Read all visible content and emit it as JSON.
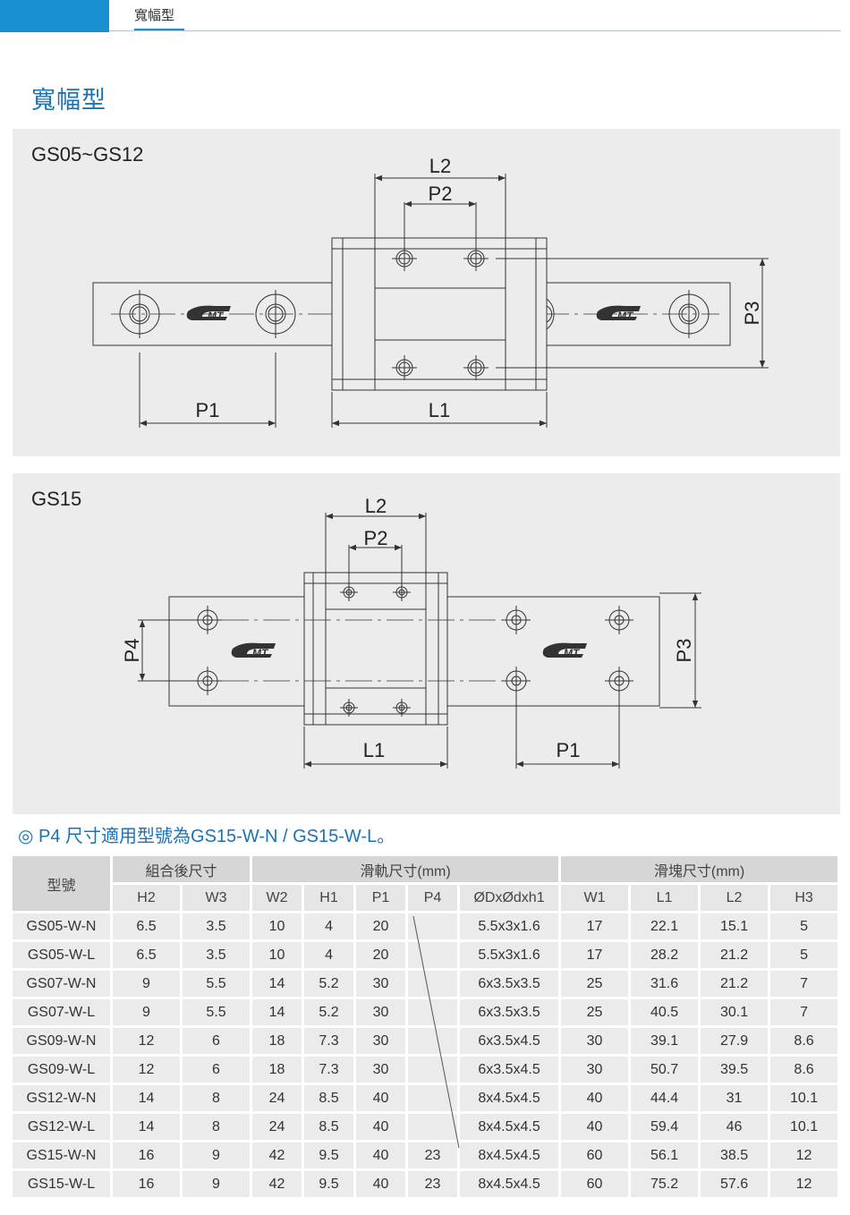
{
  "header": {
    "tab_label": "寬幅型"
  },
  "page_title": "寬幅型",
  "panels": [
    {
      "title": "GS05~GS12",
      "dims": {
        "l2": "L2",
        "p2": "P2",
        "p3": "P3",
        "p1": "P1",
        "l1": "L1"
      }
    },
    {
      "title": "GS15",
      "dims": {
        "l2": "L2",
        "p2": "P2",
        "p3": "P3",
        "p4": "P4",
        "p1": "P1",
        "l1": "L1"
      }
    }
  ],
  "note": "◎ P4 尺寸適用型號為GS15-W-N / GS15-W-L。",
  "table": {
    "model_header": "型號",
    "groups": [
      "組合後尺寸",
      "滑軌尺寸(mm)",
      "滑塊尺寸(mm)"
    ],
    "columns": [
      "H2",
      "W3",
      "W2",
      "H1",
      "P1",
      "P4",
      "ØDxØdxh1",
      "W1",
      "L1",
      "L2",
      "H3"
    ],
    "rows": [
      [
        "GS05-W-N",
        "6.5",
        "3.5",
        "10",
        "4",
        "20",
        "",
        "5.5x3x1.6",
        "17",
        "22.1",
        "15.1",
        "5"
      ],
      [
        "GS05-W-L",
        "6.5",
        "3.5",
        "10",
        "4",
        "20",
        "",
        "5.5x3x1.6",
        "17",
        "28.2",
        "21.2",
        "5"
      ],
      [
        "GS07-W-N",
        "9",
        "5.5",
        "14",
        "5.2",
        "30",
        "",
        "6x3.5x3.5",
        "25",
        "31.6",
        "21.2",
        "7"
      ],
      [
        "GS07-W-L",
        "9",
        "5.5",
        "14",
        "5.2",
        "30",
        "",
        "6x3.5x3.5",
        "25",
        "40.5",
        "30.1",
        "7"
      ],
      [
        "GS09-W-N",
        "12",
        "6",
        "18",
        "7.3",
        "30",
        "",
        "6x3.5x4.5",
        "30",
        "39.1",
        "27.9",
        "8.6"
      ],
      [
        "GS09-W-L",
        "12",
        "6",
        "18",
        "7.3",
        "30",
        "",
        "6x3.5x4.5",
        "30",
        "50.7",
        "39.5",
        "8.6"
      ],
      [
        "GS12-W-N",
        "14",
        "8",
        "24",
        "8.5",
        "40",
        "",
        "8x4.5x4.5",
        "40",
        "44.4",
        "31",
        "10.1"
      ],
      [
        "GS12-W-L",
        "14",
        "8",
        "24",
        "8.5",
        "40",
        "",
        "8x4.5x4.5",
        "40",
        "59.4",
        "46",
        "10.1"
      ],
      [
        "GS15-W-N",
        "16",
        "9",
        "42",
        "9.5",
        "40",
        "23",
        "8x4.5x4.5",
        "60",
        "56.1",
        "38.5",
        "12"
      ],
      [
        "GS15-W-L",
        "16",
        "9",
        "42",
        "9.5",
        "40",
        "23",
        "8x4.5x4.5",
        "60",
        "75.2",
        "57.6",
        "12"
      ]
    ]
  }
}
